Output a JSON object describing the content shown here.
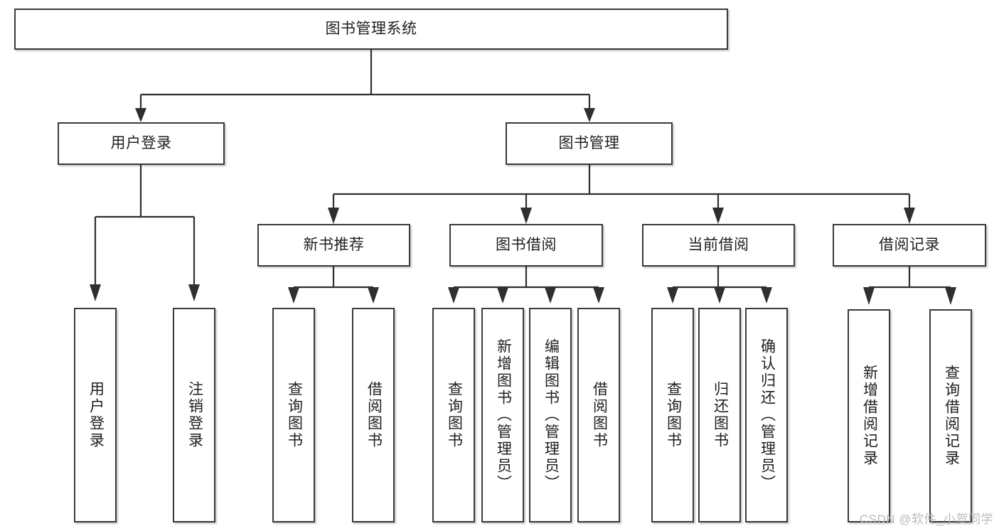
{
  "diagram": {
    "title": "图书管理系统",
    "type": "tree-hierarchy",
    "watermark": "CSDN @软件_小贺同学",
    "colors": {
      "border": "#3a3a3a",
      "connector": "#2f2f2f",
      "background": "#ffffff",
      "text": "#1f1f1f",
      "watermark": "#b9b9b9"
    },
    "nodes": {
      "root": {
        "label": "图书管理系统",
        "orientation": "horizontal"
      },
      "level2": [
        {
          "id": "user-login",
          "label": "用户登录",
          "orientation": "horizontal"
        },
        {
          "id": "book-management",
          "label": "图书管理",
          "orientation": "horizontal"
        }
      ],
      "level3": [
        {
          "id": "new-book-recommend",
          "label": "新书推荐",
          "orientation": "horizontal"
        },
        {
          "id": "book-borrow",
          "label": "图书借阅",
          "orientation": "horizontal"
        },
        {
          "id": "current-borrow",
          "label": "当前借阅",
          "orientation": "horizontal"
        },
        {
          "id": "borrow-record",
          "label": "借阅记录",
          "orientation": "horizontal"
        }
      ],
      "leaves": {
        "user-login": [
          {
            "id": "leaf-user-login",
            "label": "用户登录",
            "orientation": "vertical"
          },
          {
            "id": "leaf-logout-login",
            "label": "注销登录",
            "orientation": "vertical"
          }
        ],
        "new-book-recommend": [
          {
            "id": "leaf-query-book-1",
            "label": "查询图书",
            "orientation": "vertical"
          },
          {
            "id": "leaf-borrow-book-1",
            "label": "借阅图书",
            "orientation": "vertical"
          }
        ],
        "book-borrow": [
          {
            "id": "leaf-query-book-2",
            "label": "查询图书",
            "orientation": "vertical"
          },
          {
            "id": "leaf-add-book",
            "label": "新增图书（管理员）",
            "orientation": "vertical"
          },
          {
            "id": "leaf-edit-book",
            "label": "编辑图书（管理员）",
            "orientation": "vertical"
          },
          {
            "id": "leaf-borrow-book-2",
            "label": "借阅图书",
            "orientation": "vertical"
          }
        ],
        "current-borrow": [
          {
            "id": "leaf-query-book-3",
            "label": "查询图书",
            "orientation": "vertical"
          },
          {
            "id": "leaf-return-book",
            "label": "归还图书",
            "orientation": "vertical"
          },
          {
            "id": "leaf-confirm-return",
            "label": "确认归还（管理员）",
            "orientation": "vertical"
          }
        ],
        "borrow-record": [
          {
            "id": "leaf-add-record",
            "label": "新增借阅记录",
            "orientation": "vertical"
          },
          {
            "id": "leaf-query-record",
            "label": "查询借阅记录",
            "orientation": "vertical"
          }
        ]
      }
    }
  }
}
